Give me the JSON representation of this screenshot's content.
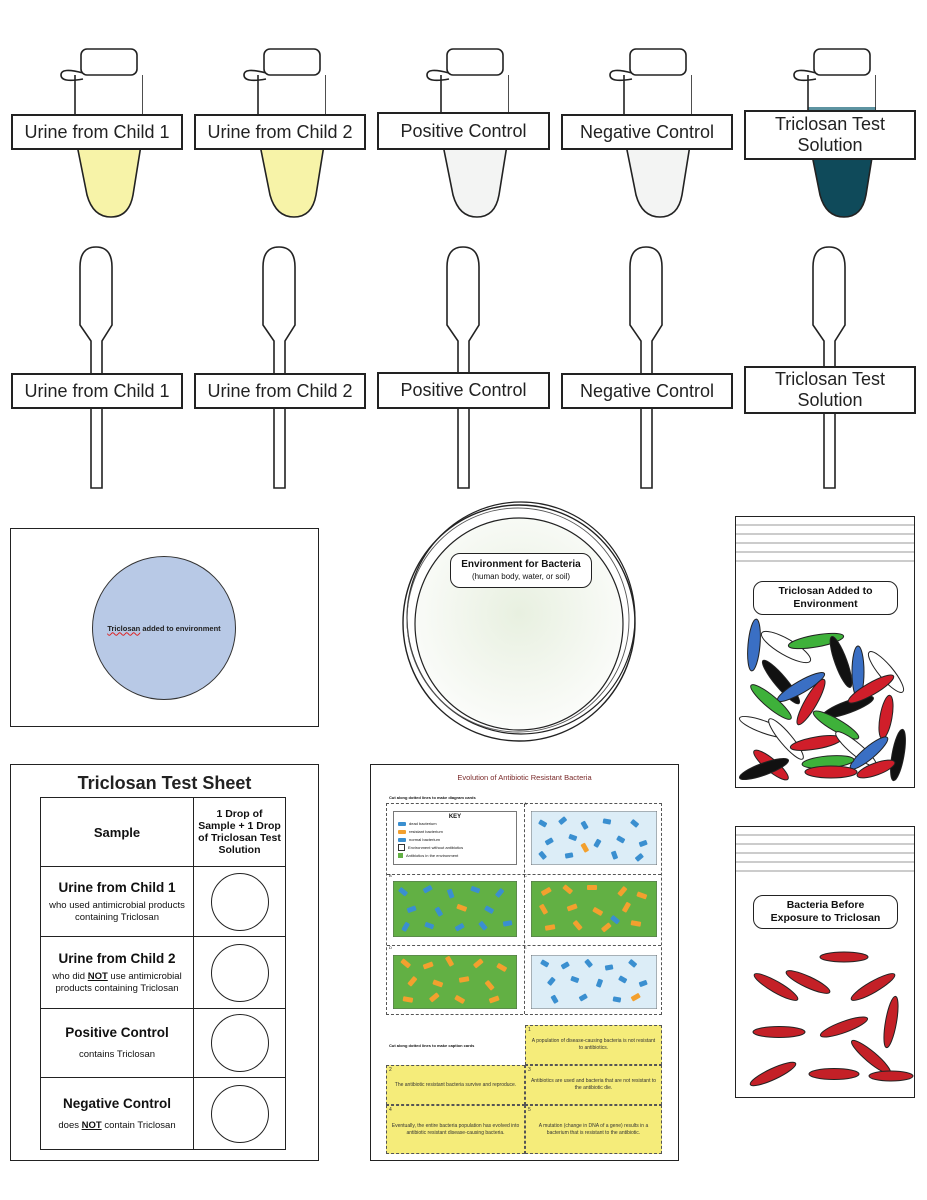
{
  "tube_labels": [
    "Urine from Child 1",
    "Urine from Child 2",
    "Positive Control",
    "Negative Control",
    "Triclosan Test Solution"
  ],
  "tube_colors": [
    "#f7f3a8",
    "#f7f3a8",
    "#f4f5f4",
    "#f4f5f4",
    "#0f4a5a"
  ],
  "pipette_labels": [
    "Urine from Child 1",
    "Urine from Child 2",
    "Positive Control",
    "Negative Control",
    "Triclosan Test Solution"
  ],
  "triclosan_card": {
    "text_word": "Triclosan",
    "text_rest": " added to environment",
    "circle_color": "#b8c9e6"
  },
  "petri": {
    "title": "Environment for Bacteria",
    "subtitle": "(human body, water, or soil)"
  },
  "bag_triclosan": {
    "label": "Triclosan Added to Environment"
  },
  "bag_before": {
    "label": "Bacteria Before Exposure to Triclosan"
  },
  "test_sheet": {
    "title": "Triclosan Test Sheet",
    "col1_header": "Sample",
    "col2_header": "1 Drop of Sample + 1 Drop of Triclosan Test Solution",
    "rows": [
      {
        "title": "Urine from Child 1",
        "sub": "who used antimicrobial products containing Triclosan"
      },
      {
        "title": "Urine from Child 2",
        "sub_a": "who did ",
        "sub_b": "NOT",
        "sub_c": " use antimicrobial products containing Triclosan"
      },
      {
        "title": "Positive Control",
        "sub": "contains Triclosan"
      },
      {
        "title": "Negative Control",
        "sub_a": "does ",
        "sub_b": "NOT",
        "sub_c": " contain Triclosan"
      }
    ]
  },
  "evolution": {
    "title": "Evolution of Antibiotic Resistant Bacteria",
    "cut_diagram": "Cut along dotted lines to make diagram cards",
    "cut_caption": "Cut along dotted lines to make caption cards",
    "key_title": "KEY",
    "key_items": [
      "dead bacterium",
      "resistant bacterium",
      "normal bacterium",
      "Environment without antibiotics",
      "Antibiotics in the environment"
    ],
    "panel_letters": [
      "A",
      "B",
      "C",
      "D",
      "E"
    ],
    "captions": [
      {
        "num": "1",
        "text": "A population of disease-causing bacteria is not resistant to antibiotics."
      },
      {
        "num": "2",
        "text": "The antibiotic resistant bacteria survive and reproduce."
      },
      {
        "num": "3",
        "text": "Antibiotics are used and bacteria that are not resistant to the antibiotic die."
      },
      {
        "num": "4",
        "text": "Eventually, the entire bacteria population has evolved into antibiotic resistant disease-causing bacteria."
      },
      {
        "num": "5",
        "text": "A mutation (change in DNA of a gene) results in a bacterium that is resistant to the antibiotic."
      }
    ],
    "colors": {
      "green": "#62b044",
      "lightblue": "#dcedf7",
      "blue": "#3a8fd0",
      "orange": "#f3a02e",
      "caption_yellow": "#f5ec7a"
    }
  }
}
